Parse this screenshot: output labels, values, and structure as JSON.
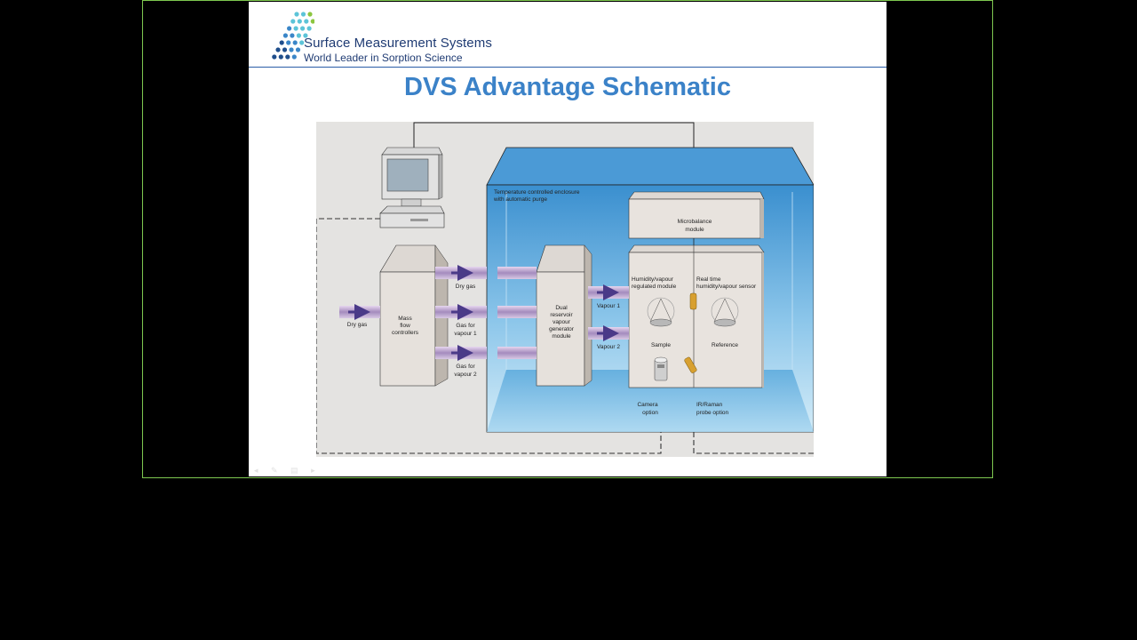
{
  "logo": {
    "company": "Surface Measurement Systems",
    "tagline": "World Leader in Sorption Science",
    "icon": "dot-grid-logo-icon",
    "colors": [
      "#1f4e8c",
      "#3a86c8",
      "#5cc4d8",
      "#8cc63f"
    ]
  },
  "slide": {
    "title": "DVS Advantage Schematic",
    "title_color": "#3b82c8"
  },
  "diagram": {
    "enclosure_label": [
      "Temperature controlled enclosure",
      "with automatic purge"
    ],
    "microbalance_label": [
      "Microbalance",
      "module"
    ],
    "mfc_label": [
      "Mass",
      "flow",
      "controllers"
    ],
    "generator_label": [
      "Dual",
      "reservoir",
      "vapour",
      "generator",
      "module"
    ],
    "dry_gas_in": "Dry gas",
    "dry_gas_out": "Dry gas",
    "gas_vapour1": [
      "Gas for",
      "vapour 1"
    ],
    "gas_vapour2": [
      "Gas for",
      "vapour 2"
    ],
    "vapour1": "Vapour 1",
    "vapour2": "Vapour 2",
    "humidity_module": [
      "Humidity/vapour",
      "regulated module"
    ],
    "rt_sensor": [
      "Real time",
      "humidity/vapour sensor"
    ],
    "sample": "Sample",
    "reference": "Reference",
    "camera": [
      "Camera",
      "option"
    ],
    "probe": [
      "IR/Raman",
      "probe option"
    ]
  }
}
